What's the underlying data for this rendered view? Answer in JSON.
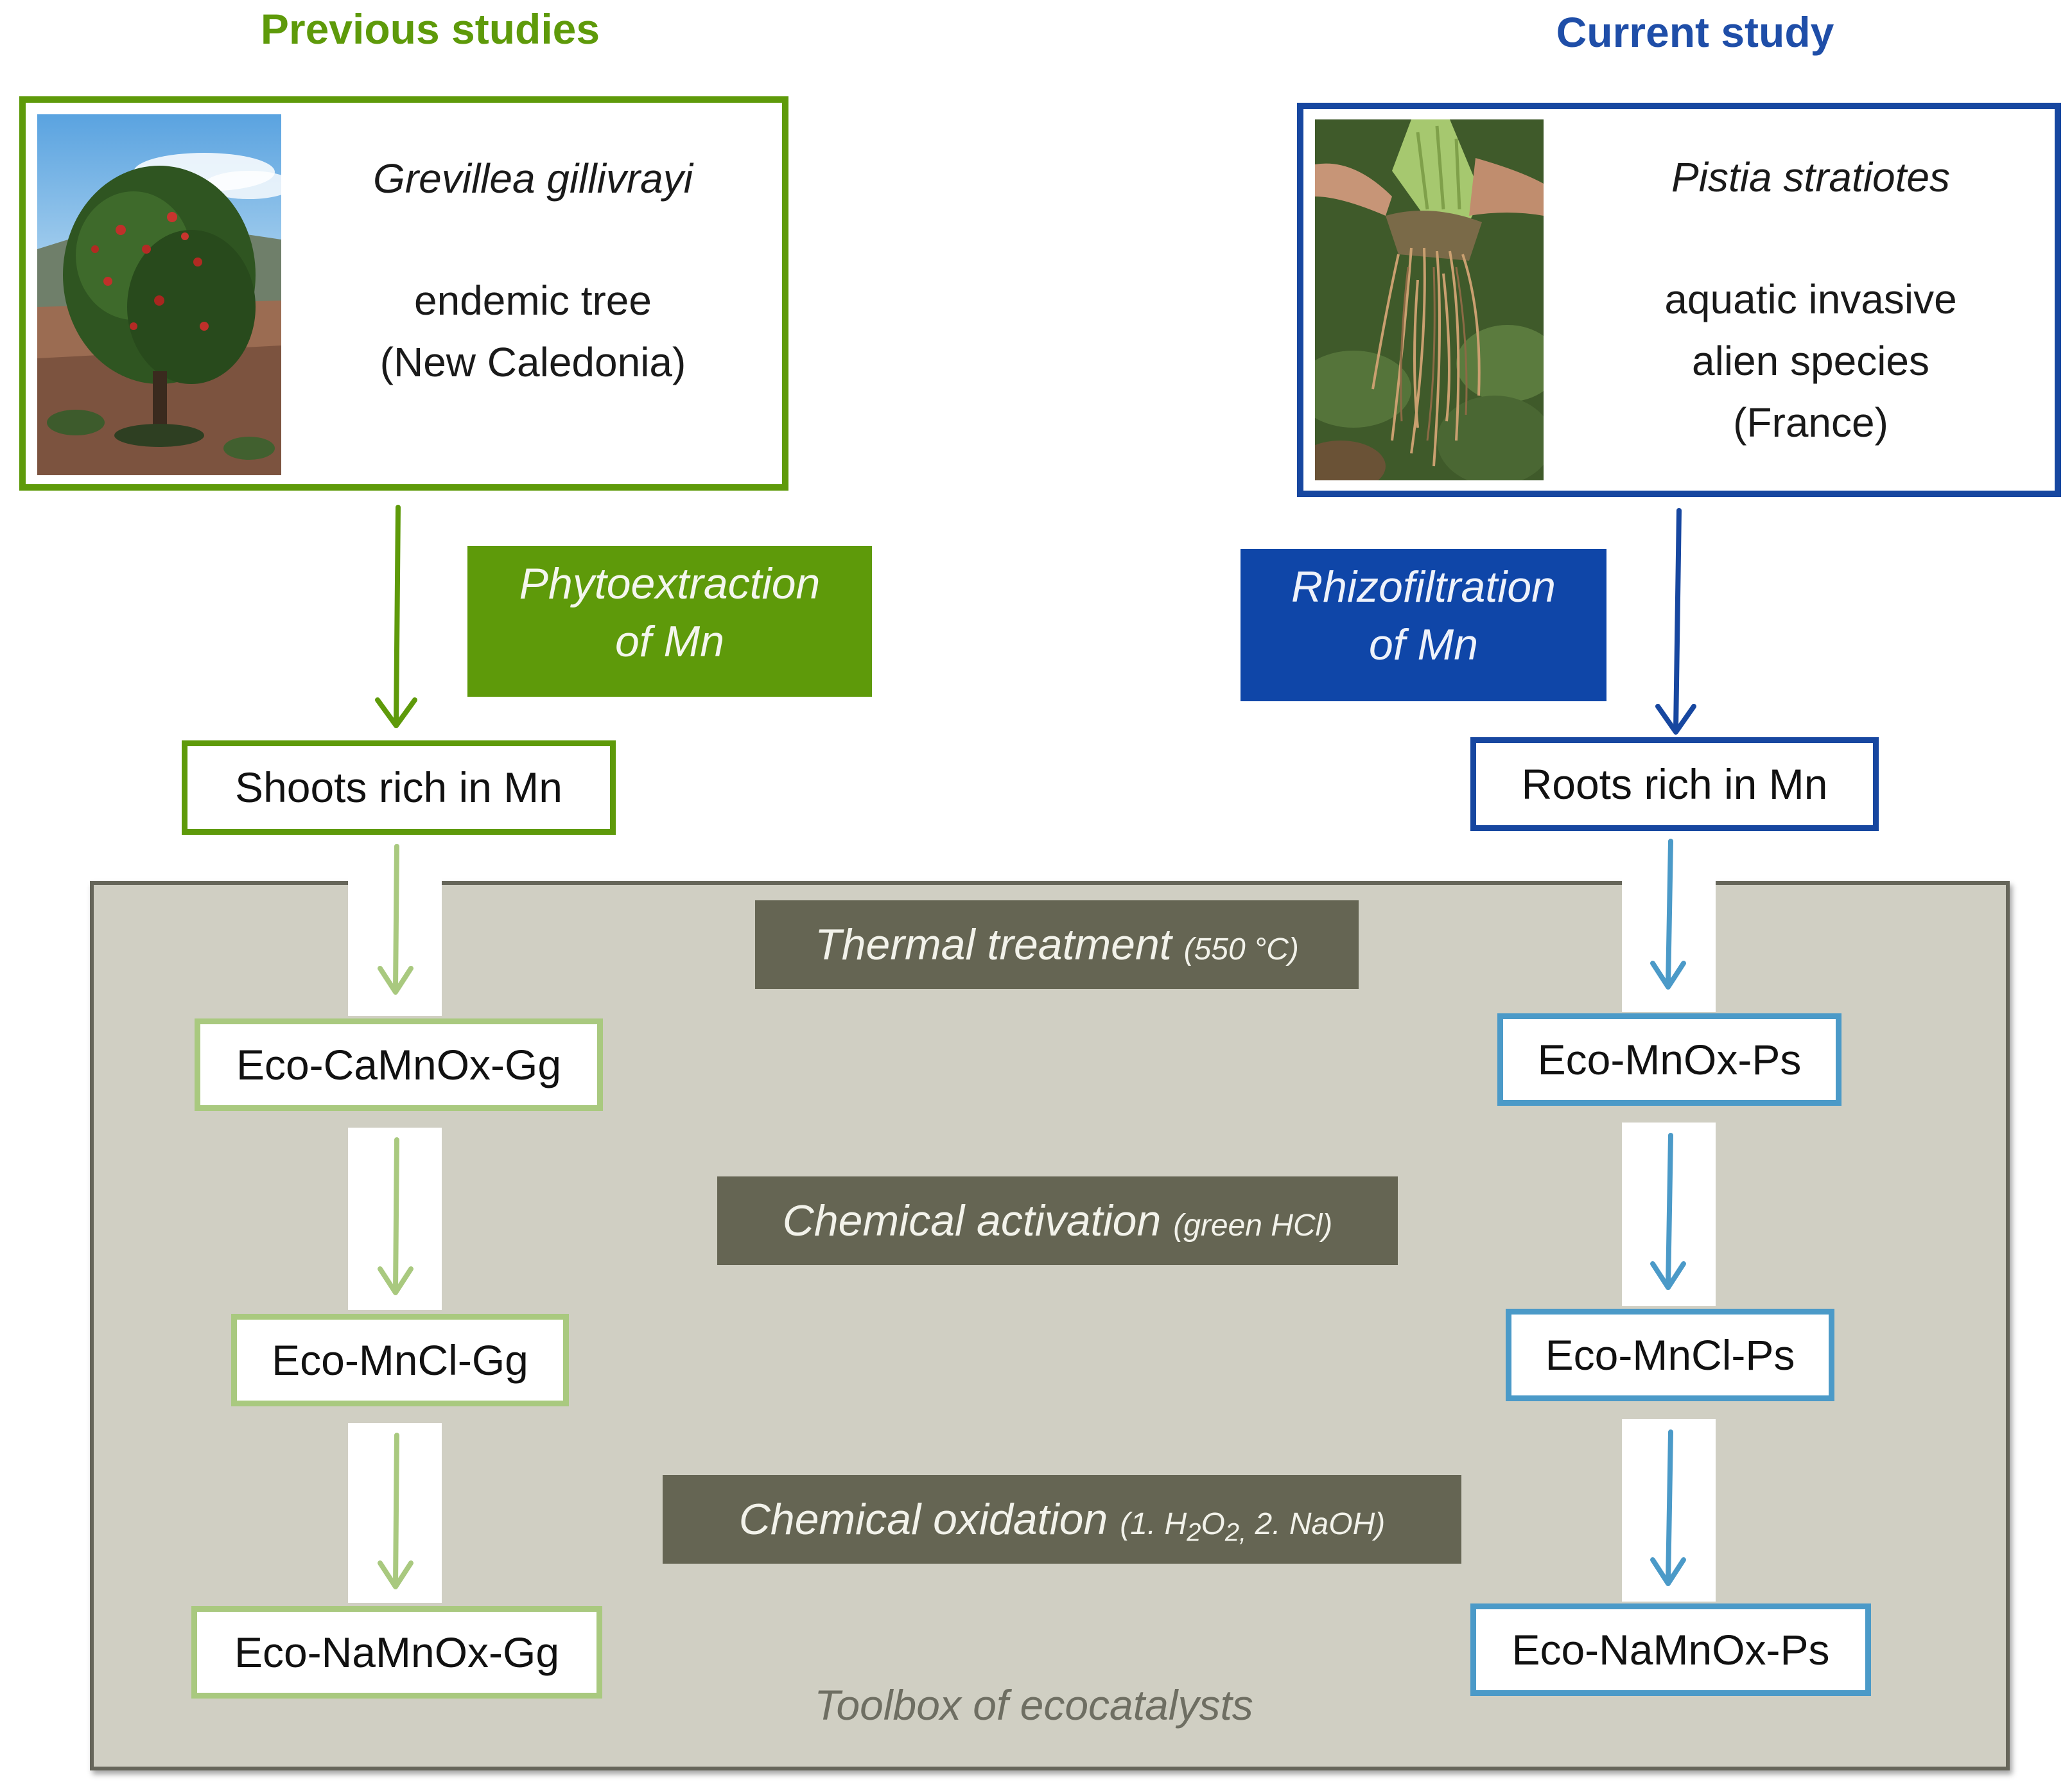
{
  "headers": {
    "previous": "Previous studies",
    "current": "Current study"
  },
  "previous": {
    "species": "Grevillea gillivrayi",
    "description_lines": [
      "endemic tree",
      "(New Caledonia)"
    ],
    "process_line1": "Phytoextraction",
    "process_line2": "of Mn",
    "biomass": "Shoots rich in Mn",
    "catalysts": [
      "Eco-CaMnOx-Gg",
      "Eco-MnCl-Gg",
      "Eco-NaMnOx-Gg"
    ],
    "color": "#5e9a0a",
    "light_color": "#a9c97f"
  },
  "current": {
    "species": "Pistia stratiotes",
    "description_lines": [
      "aquatic invasive",
      "alien species",
      "(France)"
    ],
    "process_line1": "Rhizofiltration",
    "process_line2": "of Mn",
    "biomass": "Roots rich in Mn",
    "catalysts": [
      "Eco-MnOx-Ps",
      "Eco-MnCl-Ps",
      "Eco-NaMnOx-Ps"
    ],
    "color": "#1747a0",
    "light_color": "#4b9ac8"
  },
  "steps": {
    "thermal": {
      "main": "Thermal treatment",
      "detail": "(550 °C)"
    },
    "activation": {
      "main": "Chemical activation",
      "detail": "(green HCl)"
    },
    "oxidation": {
      "main": "Chemical oxidation",
      "detail_a": "(1. H",
      "sub_a": "2",
      "detail_b": "O",
      "sub_b": "2,",
      "detail_c": " 2. NaOH)"
    }
  },
  "toolbox_label": "Toolbox of ecocatalysts",
  "toolbox_color": "#d0cfc3",
  "step_color": "#656553"
}
